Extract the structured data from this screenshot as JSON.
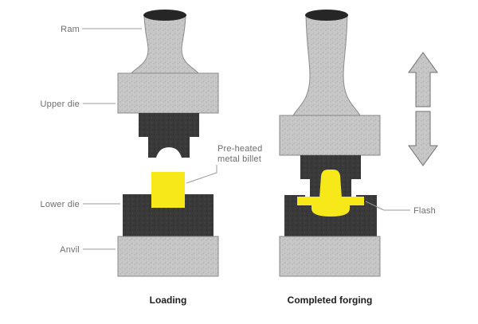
{
  "diagram": {
    "labels": {
      "ram": "Ram",
      "upper_die": "Upper die",
      "preheated_billet_line1": "Pre-heated",
      "preheated_billet_line2": "metal billet",
      "lower_die": "Lower die",
      "anvil": "Anvil",
      "flash": "Flash"
    },
    "captions": {
      "left_stage": "Loading",
      "right_stage": "Completed forging"
    },
    "colors": {
      "billet_yellow": "#f7e919",
      "die_dark": "#3a3a3a",
      "metal_gray": "#c7c7c7",
      "ram_cap_dark": "#262626",
      "label_text": "#6e6e6e",
      "caption_text": "#1d1d1d",
      "leader_line": "#9a9a9a",
      "background": "#ffffff"
    },
    "icons": {
      "ram_motion_up": "block-arrow-up-icon",
      "ram_motion_down": "block-arrow-down-icon"
    }
  }
}
